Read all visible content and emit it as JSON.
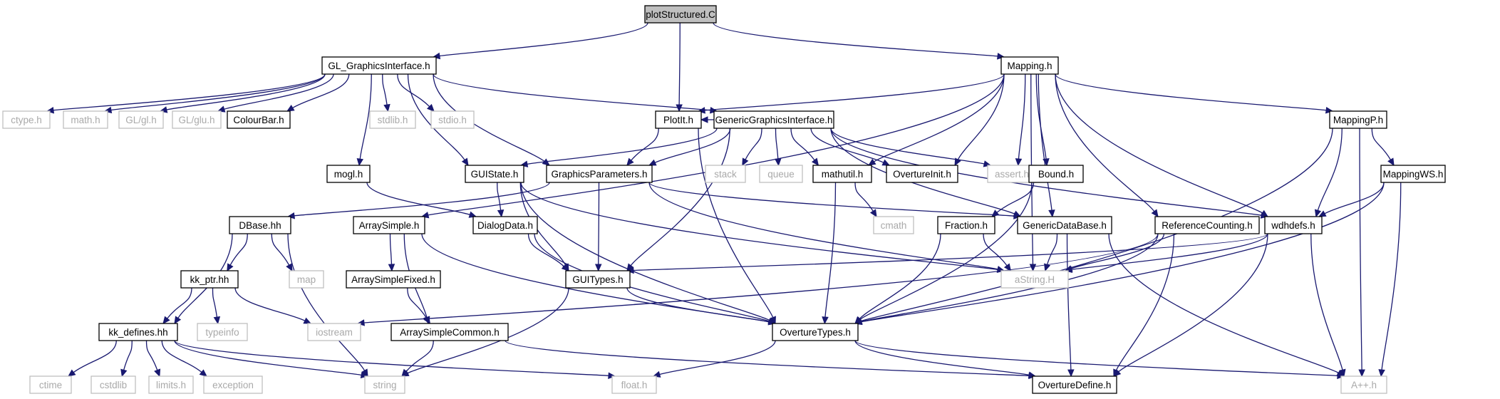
{
  "colors": {
    "edge": "#191970",
    "root_fill": "#bfbfbf",
    "ext_border": "#bfbfbf",
    "ext_text": "#a9a9a9"
  },
  "nodes": [
    {
      "id": "plotStructured",
      "label": "plotStructured.C",
      "kind": "root"
    },
    {
      "id": "GL_GraphicsInterface",
      "label": "GL_GraphicsInterface.h",
      "kind": "solid"
    },
    {
      "id": "Mapping",
      "label": "Mapping.h",
      "kind": "solid"
    },
    {
      "id": "ctype",
      "label": "ctype.h",
      "kind": "ext"
    },
    {
      "id": "math",
      "label": "math.h",
      "kind": "ext"
    },
    {
      "id": "GLgl",
      "label": "GL/gl.h",
      "kind": "ext"
    },
    {
      "id": "GLglu",
      "label": "GL/glu.h",
      "kind": "ext"
    },
    {
      "id": "ColourBar",
      "label": "ColourBar.h",
      "kind": "solid"
    },
    {
      "id": "stdlib",
      "label": "stdlib.h",
      "kind": "ext"
    },
    {
      "id": "stdio",
      "label": "stdio.h",
      "kind": "ext"
    },
    {
      "id": "PlotIt",
      "label": "PlotIt.h",
      "kind": "solid"
    },
    {
      "id": "GenericGraphicsInterface",
      "label": "GenericGraphicsInterface.h",
      "kind": "solid"
    },
    {
      "id": "MappingP",
      "label": "MappingP.h",
      "kind": "solid"
    },
    {
      "id": "mogl",
      "label": "mogl.h",
      "kind": "solid"
    },
    {
      "id": "GUIState",
      "label": "GUIState.h",
      "kind": "solid"
    },
    {
      "id": "GraphicsParameters",
      "label": "GraphicsParameters.h",
      "kind": "solid"
    },
    {
      "id": "stack",
      "label": "stack",
      "kind": "ext"
    },
    {
      "id": "queue",
      "label": "queue",
      "kind": "ext"
    },
    {
      "id": "mathutil",
      "label": "mathutil.h",
      "kind": "solid"
    },
    {
      "id": "OvertureInit",
      "label": "OvertureInit.h",
      "kind": "solid"
    },
    {
      "id": "assert",
      "label": "assert.h",
      "kind": "ext"
    },
    {
      "id": "Bound",
      "label": "Bound.h",
      "kind": "solid"
    },
    {
      "id": "MappingWS",
      "label": "MappingWS.h",
      "kind": "solid"
    },
    {
      "id": "cmath",
      "label": "cmath",
      "kind": "ext"
    },
    {
      "id": "DBase",
      "label": "DBase.hh",
      "kind": "solid"
    },
    {
      "id": "ArraySimple",
      "label": "ArraySimple.h",
      "kind": "solid"
    },
    {
      "id": "DialogData",
      "label": "DialogData.h",
      "kind": "solid"
    },
    {
      "id": "Fraction",
      "label": "Fraction.h",
      "kind": "solid"
    },
    {
      "id": "GenericDataBase",
      "label": "GenericDataBase.h",
      "kind": "solid"
    },
    {
      "id": "ReferenceCounting",
      "label": "ReferenceCounting.h",
      "kind": "solid"
    },
    {
      "id": "wdhdefs",
      "label": "wdhdefs.h",
      "kind": "solid"
    },
    {
      "id": "map",
      "label": "map",
      "kind": "ext"
    },
    {
      "id": "kk_ptr",
      "label": "kk_ptr.hh",
      "kind": "solid"
    },
    {
      "id": "ArraySimpleFixed",
      "label": "ArraySimpleFixed.h",
      "kind": "solid"
    },
    {
      "id": "GUITypes",
      "label": "GUITypes.h",
      "kind": "solid"
    },
    {
      "id": "aString",
      "label": "aString.H",
      "kind": "ext"
    },
    {
      "id": "typeinfo",
      "label": "typeinfo",
      "kind": "ext"
    },
    {
      "id": "iostream",
      "label": "iostream",
      "kind": "ext"
    },
    {
      "id": "kk_defines",
      "label": "kk_defines.hh",
      "kind": "solid"
    },
    {
      "id": "ArraySimpleCommon",
      "label": "ArraySimpleCommon.h",
      "kind": "solid"
    },
    {
      "id": "OvertureTypes",
      "label": "OvertureTypes.h",
      "kind": "solid"
    },
    {
      "id": "ctime",
      "label": "ctime",
      "kind": "ext"
    },
    {
      "id": "cstdlib",
      "label": "cstdlib",
      "kind": "ext"
    },
    {
      "id": "limits",
      "label": "limits.h",
      "kind": "ext"
    },
    {
      "id": "exception",
      "label": "exception",
      "kind": "ext"
    },
    {
      "id": "string",
      "label": "string",
      "kind": "ext"
    },
    {
      "id": "float",
      "label": "float.h",
      "kind": "ext"
    },
    {
      "id": "OvertureDefine",
      "label": "OvertureDefine.h",
      "kind": "solid"
    },
    {
      "id": "App",
      "label": "A++.h",
      "kind": "ext"
    }
  ],
  "edges": [
    [
      "plotStructured",
      "GL_GraphicsInterface"
    ],
    [
      "plotStructured",
      "PlotIt"
    ],
    [
      "plotStructured",
      "Mapping"
    ],
    [
      "GL_GraphicsInterface",
      "ctype"
    ],
    [
      "GL_GraphicsInterface",
      "math"
    ],
    [
      "GL_GraphicsInterface",
      "GLgl"
    ],
    [
      "GL_GraphicsInterface",
      "GLglu"
    ],
    [
      "GL_GraphicsInterface",
      "ColourBar"
    ],
    [
      "GL_GraphicsInterface",
      "stdlib"
    ],
    [
      "GL_GraphicsInterface",
      "stdio"
    ],
    [
      "GL_GraphicsInterface",
      "mogl"
    ],
    [
      "GL_GraphicsInterface",
      "GUIState"
    ],
    [
      "GL_GraphicsInterface",
      "GraphicsParameters"
    ],
    [
      "GL_GraphicsInterface",
      "GenericGraphicsInterface"
    ],
    [
      "Mapping",
      "PlotIt"
    ],
    [
      "Mapping",
      "ArraySimple"
    ],
    [
      "Mapping",
      "mathutil"
    ],
    [
      "Mapping",
      "OvertureInit"
    ],
    [
      "Mapping",
      "assert"
    ],
    [
      "Mapping",
      "Bound"
    ],
    [
      "Mapping",
      "GenericDataBase"
    ],
    [
      "Mapping",
      "aString"
    ],
    [
      "Mapping",
      "ReferenceCounting"
    ],
    [
      "Mapping",
      "wdhdefs"
    ],
    [
      "Mapping",
      "MappingP"
    ],
    [
      "PlotIt",
      "GraphicsParameters"
    ],
    [
      "PlotIt",
      "OvertureTypes"
    ],
    [
      "GenericGraphicsInterface",
      "PlotIt"
    ],
    [
      "GenericGraphicsInterface",
      "GUIState"
    ],
    [
      "GenericGraphicsInterface",
      "GraphicsParameters"
    ],
    [
      "GenericGraphicsInterface",
      "stack"
    ],
    [
      "GenericGraphicsInterface",
      "queue"
    ],
    [
      "GenericGraphicsInterface",
      "mathutil"
    ],
    [
      "GenericGraphicsInterface",
      "OvertureInit"
    ],
    [
      "GenericGraphicsInterface",
      "assert"
    ],
    [
      "GenericGraphicsInterface",
      "GenericDataBase"
    ],
    [
      "GenericGraphicsInterface",
      "wdhdefs"
    ],
    [
      "GenericGraphicsInterface",
      "GUITypes"
    ],
    [
      "MappingP",
      "wdhdefs"
    ],
    [
      "MappingP",
      "MappingWS"
    ],
    [
      "MappingP",
      "OvertureTypes"
    ],
    [
      "MappingP",
      "App"
    ],
    [
      "MappingWS",
      "wdhdefs"
    ],
    [
      "MappingWS",
      "OvertureTypes"
    ],
    [
      "MappingWS",
      "App"
    ],
    [
      "mogl",
      "DialogData"
    ],
    [
      "GUIState",
      "DialogData"
    ],
    [
      "GUIState",
      "GUITypes"
    ],
    [
      "GUIState",
      "aString"
    ],
    [
      "GUIState",
      "OvertureTypes"
    ],
    [
      "GraphicsParameters",
      "DBase"
    ],
    [
      "GraphicsParameters",
      "GUITypes"
    ],
    [
      "GraphicsParameters",
      "GenericDataBase"
    ],
    [
      "GraphicsParameters",
      "aString"
    ],
    [
      "mathutil",
      "cmath"
    ],
    [
      "mathutil",
      "OvertureTypes"
    ],
    [
      "Bound",
      "Fraction"
    ],
    [
      "Bound",
      "OvertureTypes"
    ],
    [
      "Fraction",
      "aString"
    ],
    [
      "Fraction",
      "OvertureTypes"
    ],
    [
      "GenericDataBase",
      "aString"
    ],
    [
      "GenericDataBase",
      "OvertureDefine"
    ],
    [
      "GenericDataBase",
      "App"
    ],
    [
      "ReferenceCounting",
      "aString"
    ],
    [
      "ReferenceCounting",
      "OvertureTypes"
    ],
    [
      "ReferenceCounting",
      "OvertureDefine"
    ],
    [
      "ReferenceCounting",
      "iostream"
    ],
    [
      "wdhdefs",
      "aString"
    ],
    [
      "wdhdefs",
      "GUITypes"
    ],
    [
      "wdhdefs",
      "App"
    ],
    [
      "wdhdefs",
      "OvertureDefine"
    ],
    [
      "DBase",
      "kk_ptr"
    ],
    [
      "DBase",
      "map"
    ],
    [
      "DBase",
      "kk_defines"
    ],
    [
      "DBase",
      "string"
    ],
    [
      "ArraySimple",
      "ArraySimpleFixed"
    ],
    [
      "ArraySimple",
      "ArraySimpleCommon"
    ],
    [
      "ArraySimple",
      "OvertureTypes"
    ],
    [
      "DialogData",
      "GUITypes"
    ],
    [
      "DialogData",
      "OvertureTypes"
    ],
    [
      "kk_ptr",
      "kk_defines"
    ],
    [
      "kk_ptr",
      "typeinfo"
    ],
    [
      "kk_ptr",
      "iostream"
    ],
    [
      "ArraySimpleFixed",
      "ArraySimpleCommon"
    ],
    [
      "GUITypes",
      "OvertureTypes"
    ],
    [
      "GUITypes",
      "string"
    ],
    [
      "kk_defines",
      "ctime"
    ],
    [
      "kk_defines",
      "cstdlib"
    ],
    [
      "kk_defines",
      "limits"
    ],
    [
      "kk_defines",
      "exception"
    ],
    [
      "kk_defines",
      "string"
    ],
    [
      "kk_defines",
      "float"
    ],
    [
      "ArraySimpleCommon",
      "string"
    ],
    [
      "ArraySimpleCommon",
      "OvertureDefine"
    ],
    [
      "OvertureTypes",
      "float"
    ],
    [
      "OvertureTypes",
      "OvertureDefine"
    ],
    [
      "OvertureTypes",
      "App"
    ]
  ]
}
